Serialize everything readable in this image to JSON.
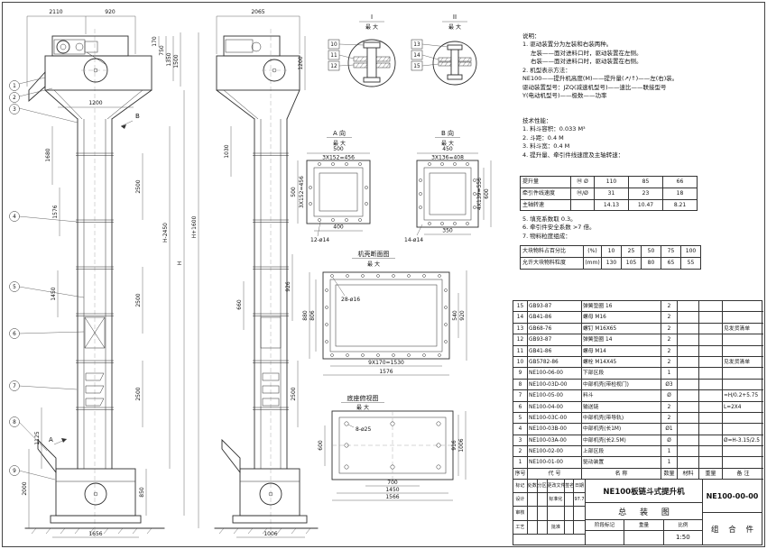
{
  "notes": {
    "title": "说明：",
    "lines": [
      "1. 驱动装置分为左装和右装两种。",
      "左装——面对进料口时，驱动装置在左侧。",
      "右装——面对进料口时，驱动装置在右侧。",
      "2. 机型表示方法：",
      "NE100——提升机高度(M)——提升量(↗/↑)——左(右)装。",
      "驱动装置型号：JZQ(减速机型号)——速比——联接型号",
      "Y(电动机型号)——极数——功率"
    ]
  },
  "tech": {
    "title": "技术性能：",
    "lines": [
      "1. 料斗容积：0.033 M³",
      "2. 斗距：0.4 M",
      "3. 料斗宽：0.4 M",
      "4. 提升量、牵引件线速度及主轴转速："
    ],
    "lines2": [
      "5. 填充系数取 0.3。",
      "6. 牵引件安全系数 >7 倍。",
      "7. 物料粒度组成："
    ]
  },
  "perf_table": {
    "rows": [
      {
        "label": "提升量",
        "unit": "Ⓜ Ø",
        "v1": "110",
        "v2": "85",
        "v3": "66"
      },
      {
        "label": "牵引件线速度",
        "unit": "Ⓜ/Ø",
        "v1": "31",
        "v2": "23",
        "v3": "18"
      },
      {
        "label": "主轴转速",
        "unit": "",
        "v1": "14.13",
        "v2": "10.47",
        "v3": "8.21"
      }
    ]
  },
  "size_table": {
    "rows": [
      {
        "label": "大块物料占百分比",
        "unit": "(%)",
        "v1": "10",
        "v2": "25",
        "v3": "50",
        "v4": "75",
        "v5": "100"
      },
      {
        "label": "允许大块物料粒度",
        "unit": "(mm)",
        "v1": "130",
        "v2": "105",
        "v3": "80",
        "v4": "65",
        "v5": "55"
      }
    ]
  },
  "bom": {
    "headers": {
      "no": "序号",
      "code": "代  号",
      "name": "名  称",
      "qty": "数量",
      "mat": "材料",
      "wt": "重量",
      "note": "备  注"
    },
    "rows": [
      {
        "no": "15",
        "code": "GB93-87",
        "name": "弹簧垫圈 16",
        "qty": "2",
        "mat": "",
        "wt": "",
        "note": ""
      },
      {
        "no": "14",
        "code": "GB41-86",
        "name": "螺母 M16",
        "qty": "2",
        "mat": "",
        "wt": "",
        "note": ""
      },
      {
        "no": "13",
        "code": "GB68-76",
        "name": "螺钉 M16X65",
        "qty": "2",
        "mat": "",
        "wt": "",
        "note": "见发货清单"
      },
      {
        "no": "12",
        "code": "GB93-87",
        "name": "弹簧垫圈 14",
        "qty": "2",
        "mat": "",
        "wt": "",
        "note": ""
      },
      {
        "no": "11",
        "code": "GB41-86",
        "name": "螺母 M14",
        "qty": "2",
        "mat": "",
        "wt": "",
        "note": ""
      },
      {
        "no": "10",
        "code": "GB5782-86",
        "name": "螺栓 M14X45",
        "qty": "2",
        "mat": "",
        "wt": "",
        "note": "见发货清单"
      },
      {
        "no": "9",
        "code": "NE100-06-00",
        "name": "下部区段",
        "qty": "1",
        "mat": "",
        "wt": "",
        "note": ""
      },
      {
        "no": "8",
        "code": "NE100-03D-00",
        "name": "中部机壳(带检视门)",
        "qty": "Ø3",
        "mat": "",
        "wt": "",
        "note": ""
      },
      {
        "no": "7",
        "code": "NE100-05-00",
        "name": "料斗",
        "qty": "Ø",
        "mat": "",
        "wt": "",
        "note": "≈H/0.2+5.75"
      },
      {
        "no": "6",
        "code": "NE100-04-00",
        "name": "输送链",
        "qty": "2",
        "mat": "",
        "wt": "",
        "note": "L=2X4"
      },
      {
        "no": "5",
        "code": "NE100-03C-00",
        "name": "中部机壳(带导轨)",
        "qty": "2",
        "mat": "",
        "wt": "",
        "note": ""
      },
      {
        "no": "4",
        "code": "NE100-03B-00",
        "name": "中部机壳(长1M)",
        "qty": "Ø1",
        "mat": "",
        "wt": "",
        "note": ""
      },
      {
        "no": "3",
        "code": "NE100-03A-00",
        "name": "中部机壳(长2.5M)",
        "qty": "Ø",
        "mat": "",
        "wt": "",
        "note": "Ø=H-3.15/2.5"
      },
      {
        "no": "2",
        "code": "NE100-02-00",
        "name": "上部区段",
        "qty": "1",
        "mat": "",
        "wt": "",
        "note": ""
      },
      {
        "no": "1",
        "code": "NE100-01-00",
        "name": "驱动装置",
        "qty": "1",
        "mat": "",
        "wt": "",
        "note": ""
      }
    ]
  },
  "title_block": {
    "product": "NE100板链斗式提升机",
    "drawing_title": "总 装 图",
    "drawing_no": "NE100-00-00",
    "part_type": "组 合 件",
    "stage_label": "阶段标记",
    "weight_label": "重量",
    "scale_label": "比例",
    "scale": "1:50",
    "date": "97.7",
    "row_labels": {
      "mark": "标记",
      "count": "处数",
      "zone": "分区",
      "doc": "更改文件号",
      "sign": "签名",
      "date": "日期",
      "design": "设计",
      "check": "审核",
      "craft": "工艺",
      "approve": "批准",
      "standard": "标准化"
    }
  },
  "labels": {
    "view_a": "A 向",
    "view_b": "B 向",
    "max": "最 大",
    "detail_i": "I",
    "detail_ii": "II",
    "casing": "机壳断面图",
    "base": "底座俯视图",
    "dir_a": "A",
    "dir_b": "B"
  },
  "balloons": {
    "b1": "1",
    "b2": "2",
    "b3": "3",
    "b4": "4",
    "b5": "5",
    "b6": "6",
    "b7": "7",
    "b8": "8",
    "b9": "9",
    "b10": "10",
    "b11": "11",
    "b12": "12",
    "b13": "13",
    "b14": "14",
    "b15": "15"
  },
  "dims": {
    "d2110": "2110",
    "d920": "920",
    "d170": "170",
    "d750": "750",
    "d1350": "1350",
    "d1500": "1500",
    "d1200": "1200",
    "d1680": "1680",
    "d1576": "1576",
    "d2500": "2500",
    "dHp": "H+1600",
    "dHm": "H-2450",
    "dH": "H",
    "d1450": "1450",
    "d1125": "1125",
    "d2000": "2000",
    "d850": "850",
    "d1656": "1656",
    "d2065": "2065",
    "d1030": "1030",
    "d926": "926",
    "d660": "660",
    "d1006": "1006",
    "a500": "500",
    "a3x152": "3X152=456",
    "a400": "400",
    "a12h": "12-ø14",
    "b450": "450",
    "b3x136": "3X136=408",
    "b350": "350",
    "b600": "600",
    "b4x139": "4X139=556",
    "b14h": "14-ø14",
    "c28h": "28-ø16",
    "c880": "880",
    "c806": "806",
    "c920": "920",
    "c540": "540",
    "c9x170": "9X170=1530",
    "c1576": "1576",
    "s8h": "8-ø25",
    "s700": "700",
    "s1450": "1450",
    "s1566": "1566",
    "s600": "600",
    "s916": "916",
    "s1006": "1006"
  }
}
